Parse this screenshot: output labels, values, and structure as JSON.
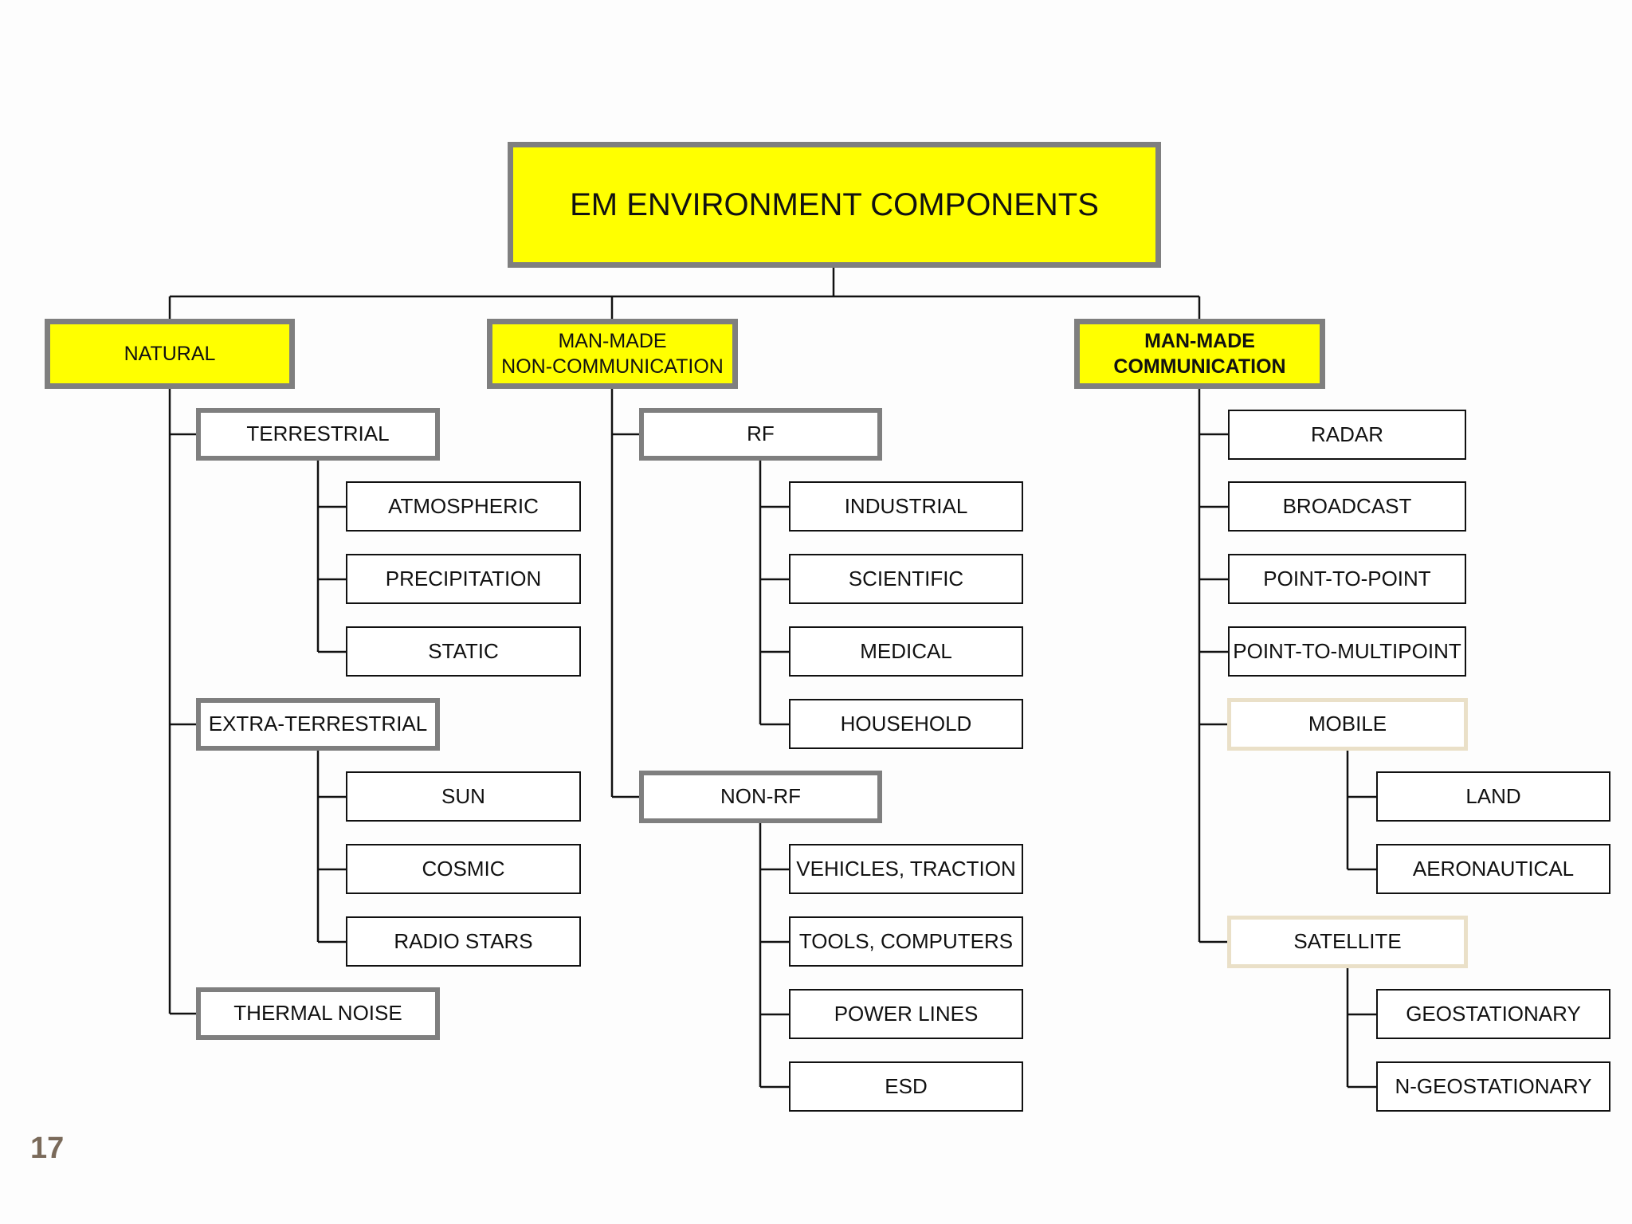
{
  "title": "EM  ENVIRONMENT COMPONENTS",
  "categories": {
    "natural": {
      "label": "NATURAL",
      "children": {
        "terrestrial": {
          "label": "TERRESTRIAL",
          "children": [
            "ATMOSPHERIC",
            "PRECIPITATION",
            "STATIC"
          ]
        },
        "extra_terrestrial": {
          "label": "EXTRA-TERRESTRIAL",
          "children": [
            "SUN",
            "COSMIC",
            "RADIO STARS"
          ]
        },
        "thermal_noise": {
          "label": "THERMAL NOISE"
        }
      }
    },
    "man_made_non_comm": {
      "label_line1": "MAN-MADE",
      "label_line2": "NON-COMMUNICATION",
      "children": {
        "rf": {
          "label": "RF",
          "children": [
            "INDUSTRIAL",
            "SCIENTIFIC",
            "MEDICAL",
            "HOUSEHOLD"
          ]
        },
        "non_rf": {
          "label": "NON-RF",
          "children": [
            "VEHICLES, TRACTION",
            "TOOLS, COMPUTERS",
            "POWER LINES",
            "ESD"
          ]
        }
      }
    },
    "man_made_comm": {
      "label_line1": "MAN-MADE",
      "label_line2": "COMMUNICATION",
      "children": {
        "radar": {
          "label": "RADAR"
        },
        "broadcast": {
          "label": "BROADCAST"
        },
        "point_to_point": {
          "label": "POINT-TO-POINT"
        },
        "point_to_multipoint": {
          "label": "POINT-TO-MULTIPOINT"
        },
        "mobile": {
          "label": "MOBILE",
          "children": [
            "LAND",
            "AERONAUTICAL"
          ]
        },
        "satellite": {
          "label": "SATELLITE",
          "children": [
            "GEOSTATIONARY",
            "N-GEOSTATIONARY"
          ]
        }
      }
    }
  },
  "page_number": "17",
  "colors": {
    "highlight_fill": "#ffff00",
    "heavy_border": "#7f7f7f",
    "light_border": "#eae0c8",
    "page_number": "#7a6a5a"
  }
}
